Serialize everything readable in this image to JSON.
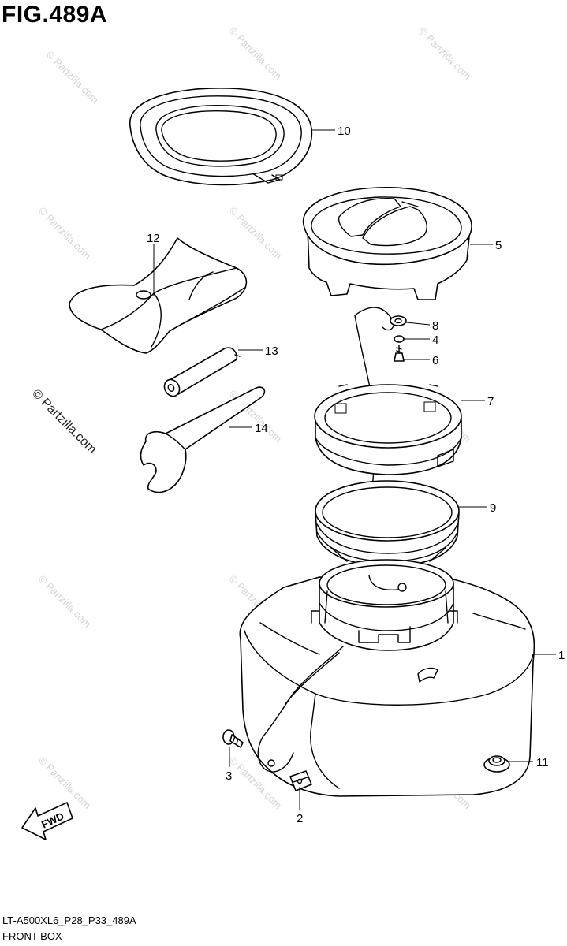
{
  "figure": {
    "title": "FIG.489A",
    "code": "LT-A500XL6_P28_P33_489A",
    "name": "FRONT BOX"
  },
  "fwd_label": "FWD",
  "watermark": {
    "small_text": "© Partzilla.com",
    "large_text": "© Partzilla.com"
  },
  "callouts": {
    "c1": "1",
    "c2": "2",
    "c3": "3",
    "c4": "4",
    "c5": "5",
    "c6": "6",
    "c7": "7",
    "c8": "8",
    "c9": "9",
    "c10": "10",
    "c11": "11",
    "c12": "12",
    "c13": "13",
    "c14": "14"
  }
}
